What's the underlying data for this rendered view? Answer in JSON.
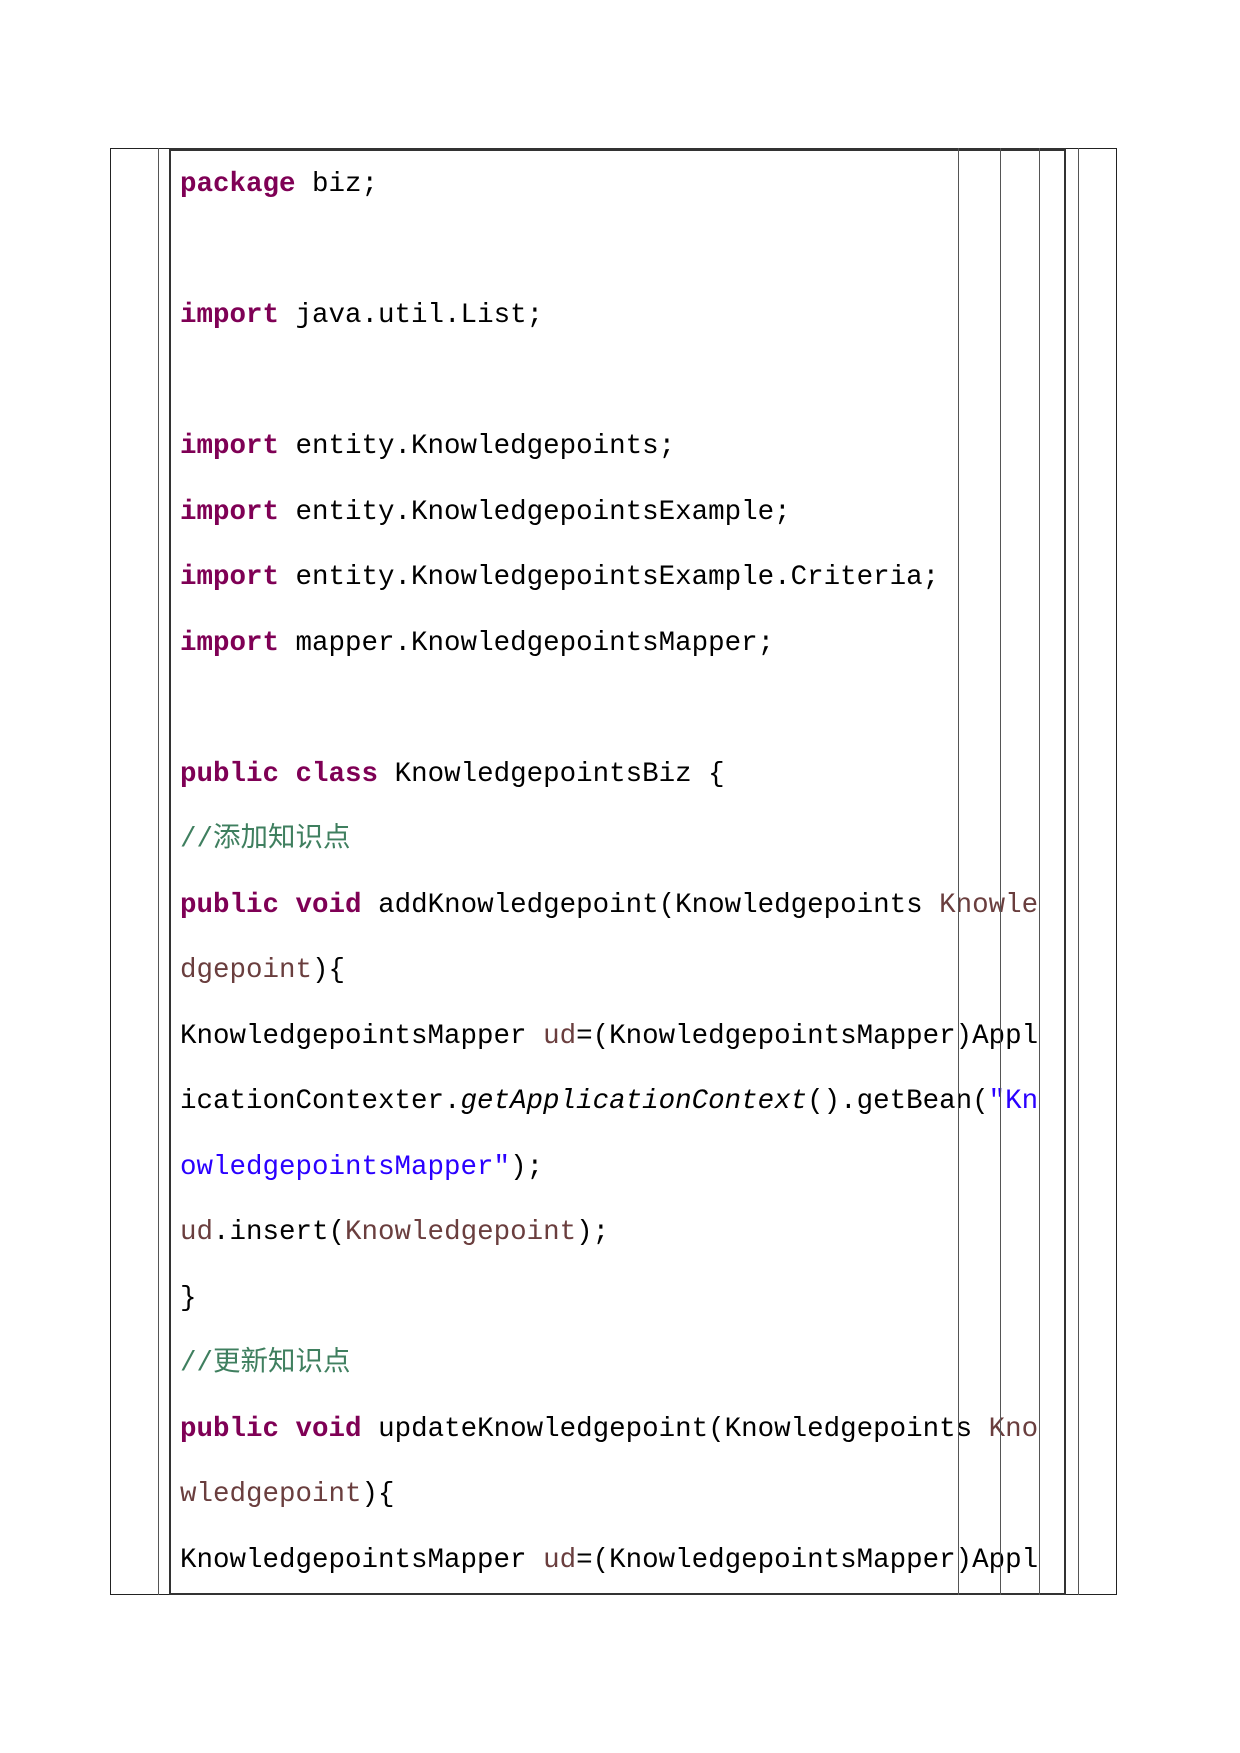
{
  "code_lines": [
    [
      {
        "t": "package",
        "c": "kw"
      },
      {
        "t": " biz;",
        "c": ""
      }
    ],
    [],
    [
      {
        "t": "import",
        "c": "kw"
      },
      {
        "t": " java.util.List;",
        "c": ""
      }
    ],
    [],
    [
      {
        "t": "import",
        "c": "kw"
      },
      {
        "t": " entity.Knowledgepoints;",
        "c": ""
      }
    ],
    [
      {
        "t": "import",
        "c": "kw"
      },
      {
        "t": " entity.KnowledgepointsExample;",
        "c": ""
      }
    ],
    [
      {
        "t": "import",
        "c": "kw"
      },
      {
        "t": " entity.KnowledgepointsExample.Criteria;",
        "c": ""
      }
    ],
    [
      {
        "t": "import",
        "c": "kw"
      },
      {
        "t": " mapper.KnowledgepointsMapper;",
        "c": ""
      }
    ],
    [],
    [
      {
        "t": "public",
        "c": "kw"
      },
      {
        "t": " ",
        "c": ""
      },
      {
        "t": "class",
        "c": "kw"
      },
      {
        "t": " KnowledgepointsBiz {",
        "c": ""
      }
    ],
    [
      {
        "t": "//添加知识点",
        "c": "cm"
      }
    ],
    [
      {
        "t": "public",
        "c": "kw"
      },
      {
        "t": " ",
        "c": ""
      },
      {
        "t": "void",
        "c": "kw"
      },
      {
        "t": " addKnowledgepoint(Knowledgepoints ",
        "c": ""
      },
      {
        "t": "Knowle",
        "c": "var"
      }
    ],
    [
      {
        "t": "dgepoint",
        "c": "var"
      },
      {
        "t": "){",
        "c": ""
      }
    ],
    [
      {
        "t": "KnowledgepointsMapper ",
        "c": ""
      },
      {
        "t": "ud",
        "c": "var"
      },
      {
        "t": "=(KnowledgepointsMapper)Appl",
        "c": ""
      }
    ],
    [
      {
        "t": "icationContexter.",
        "c": ""
      },
      {
        "t": "getApplicationContext",
        "c": "it"
      },
      {
        "t": "().getBean(",
        "c": ""
      },
      {
        "t": "\"Kn",
        "c": "str"
      }
    ],
    [
      {
        "t": "owledgepointsMapper\"",
        "c": "str"
      },
      {
        "t": ");",
        "c": ""
      }
    ],
    [
      {
        "t": "ud",
        "c": "var"
      },
      {
        "t": ".insert(",
        "c": ""
      },
      {
        "t": "Knowledgepoint",
        "c": "var"
      },
      {
        "t": ");",
        "c": ""
      }
    ],
    [
      {
        "t": "}",
        "c": ""
      }
    ],
    [
      {
        "t": "//更新知识点",
        "c": "cm"
      }
    ],
    [
      {
        "t": "public",
        "c": "kw"
      },
      {
        "t": " ",
        "c": ""
      },
      {
        "t": "void",
        "c": "kw"
      },
      {
        "t": " updateKnowledgepoint(Knowledgepoints ",
        "c": ""
      },
      {
        "t": "Kno",
        "c": "var"
      }
    ],
    [
      {
        "t": "wledgepoint",
        "c": "var"
      },
      {
        "t": "){",
        "c": ""
      }
    ],
    [
      {
        "t": "KnowledgepointsMapper ",
        "c": ""
      },
      {
        "t": "ud",
        "c": "var"
      },
      {
        "t": "=(KnowledgepointsMapper)Appl",
        "c": ""
      }
    ]
  ]
}
